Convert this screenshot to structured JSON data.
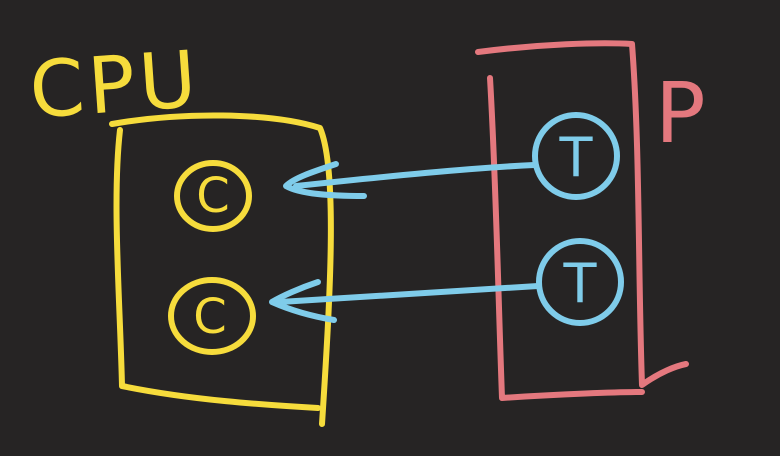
{
  "cpu": {
    "label": "CPU",
    "cores": [
      {
        "label": "C"
      },
      {
        "label": "C"
      }
    ]
  },
  "process": {
    "label": "P",
    "threads": [
      {
        "label": "T"
      },
      {
        "label": "T"
      }
    ]
  },
  "colors": {
    "background": "#262424",
    "cpu": "#F6DC3C",
    "process": "#E4787E",
    "threads": "#7FCCEA"
  }
}
